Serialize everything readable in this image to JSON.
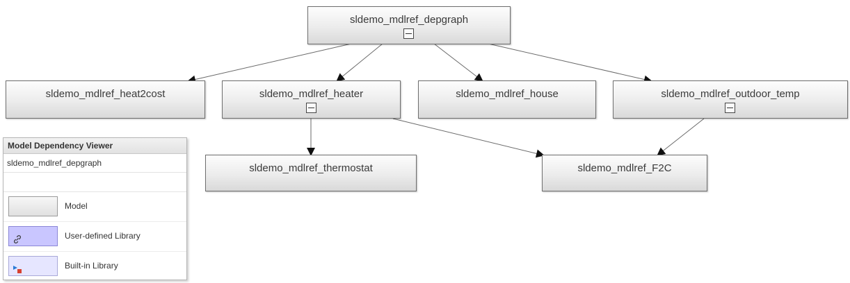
{
  "graph": {
    "nodes": {
      "depgraph": {
        "label": "sldemo_mdlref_depgraph"
      },
      "heat2cost": {
        "label": "sldemo_mdlref_heat2cost"
      },
      "heater": {
        "label": "sldemo_mdlref_heater"
      },
      "house": {
        "label": "sldemo_mdlref_house"
      },
      "outdoor_temp": {
        "label": "sldemo_mdlref_outdoor_temp"
      },
      "thermostat": {
        "label": "sldemo_mdlref_thermostat"
      },
      "f2c": {
        "label": "sldemo_mdlref_F2C"
      }
    },
    "edges": [
      [
        "depgraph",
        "heat2cost"
      ],
      [
        "depgraph",
        "heater"
      ],
      [
        "depgraph",
        "house"
      ],
      [
        "depgraph",
        "outdoor_temp"
      ],
      [
        "heater",
        "thermostat"
      ],
      [
        "heater",
        "f2c"
      ],
      [
        "outdoor_temp",
        "f2c"
      ]
    ]
  },
  "legend": {
    "title": "Model Dependency Viewer",
    "subtitle": "sldemo_mdlref_depgraph",
    "items": [
      {
        "label": "Model",
        "swatch_color": "#e8e8e8",
        "icon": "none"
      },
      {
        "label": "User-defined Library",
        "swatch_color": "#c9c6ff",
        "icon": "link-icon"
      },
      {
        "label": "Built-in Library",
        "swatch_color": "#e6e6ff",
        "icon": "simulink-library-icon"
      }
    ]
  },
  "colors": {
    "edge": "#6a6a6a",
    "arrowhead": "#111111"
  }
}
